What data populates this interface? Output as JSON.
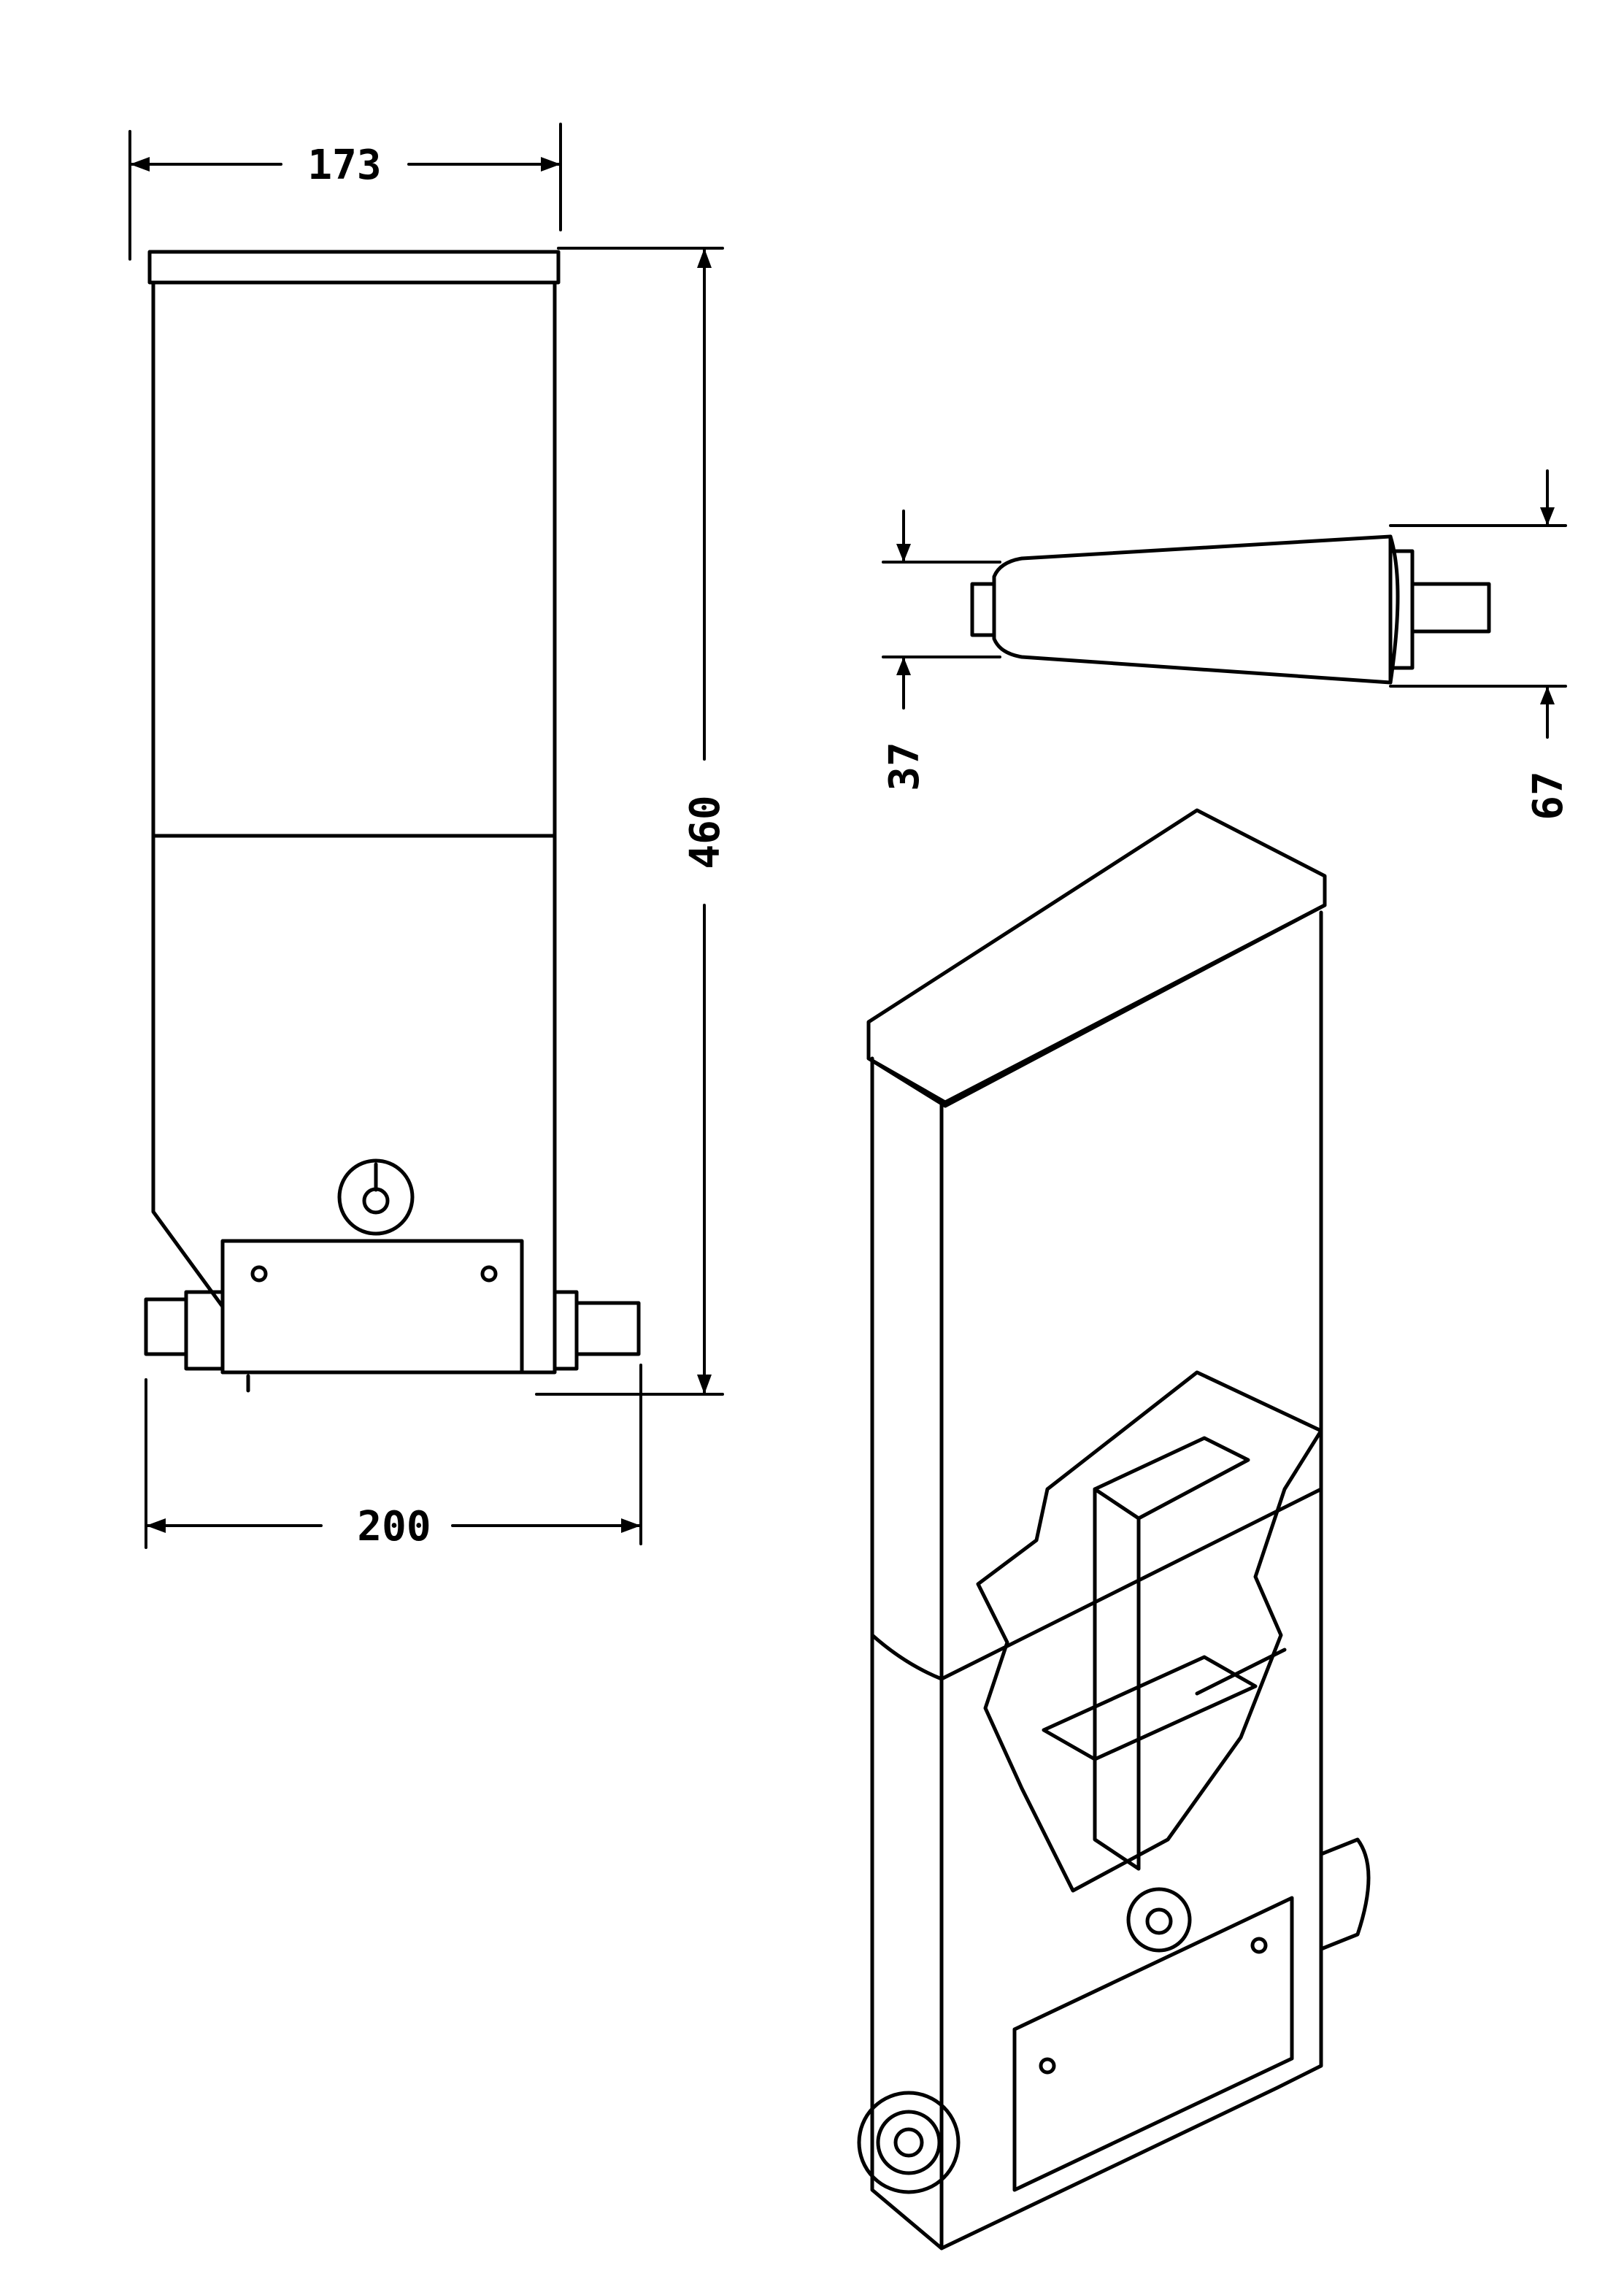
{
  "drawing": {
    "dimensions": {
      "width_top": "173",
      "height": "460",
      "width_bottom": "200",
      "roller_small": "37",
      "roller_large": "67"
    }
  }
}
